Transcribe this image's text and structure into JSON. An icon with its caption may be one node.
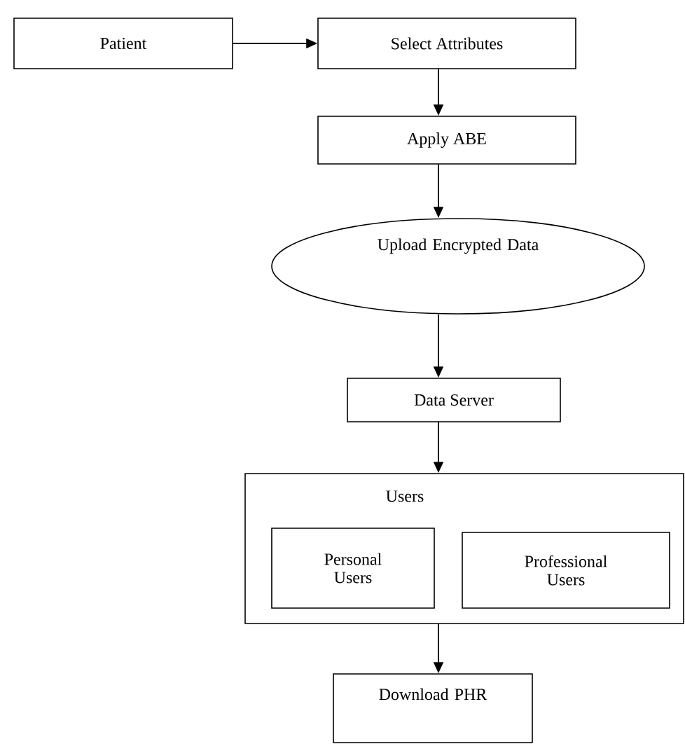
{
  "diagram": {
    "nodes": [
      {
        "text": [
          "Patient"
        ]
      },
      {
        "text": [
          "Select Attributes"
        ]
      },
      {
        "text": [
          "Apply ABE"
        ]
      },
      {
        "text": [
          "Upload Encrypted Data"
        ]
      },
      {
        "text": [
          "Data Server"
        ]
      },
      {
        "text": [
          "Users"
        ]
      },
      {
        "text": [
          "Personal Users"
        ],
        "in": 5
      },
      {
        "text": [
          "Professional Users"
        ],
        "in": 5
      },
      {
        "text": [
          "Download PHR"
        ]
      }
    ],
    "edges": [
      {
        "from": 0,
        "to": 1,
        "arrow": "to"
      },
      {
        "from": 1,
        "to": 2,
        "arrow": "to"
      },
      {
        "from": 2,
        "to": 3,
        "arrow": "to"
      },
      {
        "from": 3,
        "to": 4,
        "arrow": "to"
      },
      {
        "from": 4,
        "to": 5,
        "arrow": "to"
      },
      {
        "from": 5,
        "to": 8,
        "arrow": "to"
      }
    ]
  }
}
